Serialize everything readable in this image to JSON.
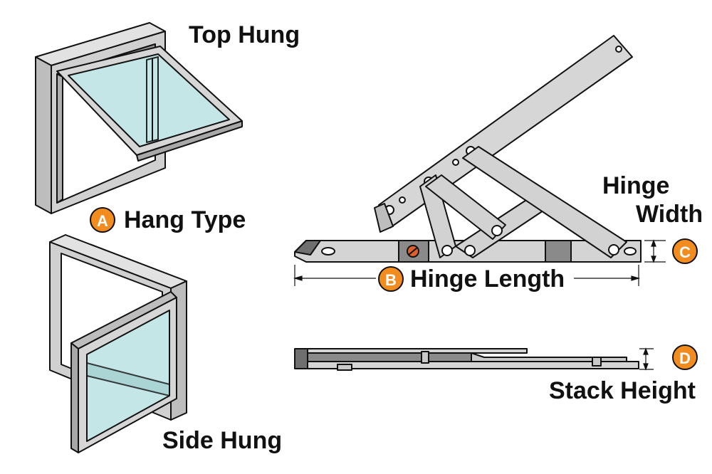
{
  "labels": {
    "top_hung": "Top Hung",
    "hang_type": "Hang Type",
    "side_hung": "Side Hung",
    "hinge_length": "Hinge Length",
    "hinge_width_line1": "Hinge",
    "hinge_width_line2": "Width",
    "stack_height": "Stack Height"
  },
  "badges": {
    "a": "A",
    "b": "B",
    "c": "C",
    "d": "D"
  },
  "colors": {
    "badge_fill": "#f28c1e",
    "metal": "#c9c9c9",
    "metal_dark": "#8a8a8a",
    "glass": "#c4e6e6",
    "frame": "#d0d0d0",
    "outline": "#111111",
    "screw": "#e0602a"
  }
}
